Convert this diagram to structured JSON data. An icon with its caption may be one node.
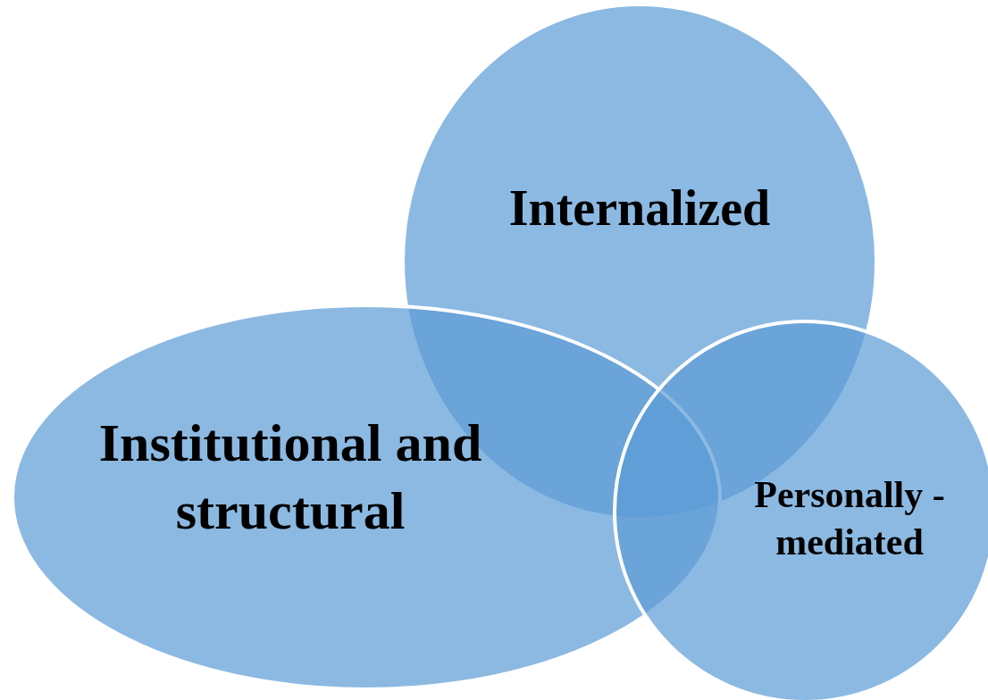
{
  "diagram": {
    "nodes": [
      {
        "text": [
          "Internalized"
        ]
      },
      {
        "text": [
          "Institutional and structural"
        ]
      },
      {
        "text": [
          "Personally -mediated"
        ]
      }
    ]
  }
}
